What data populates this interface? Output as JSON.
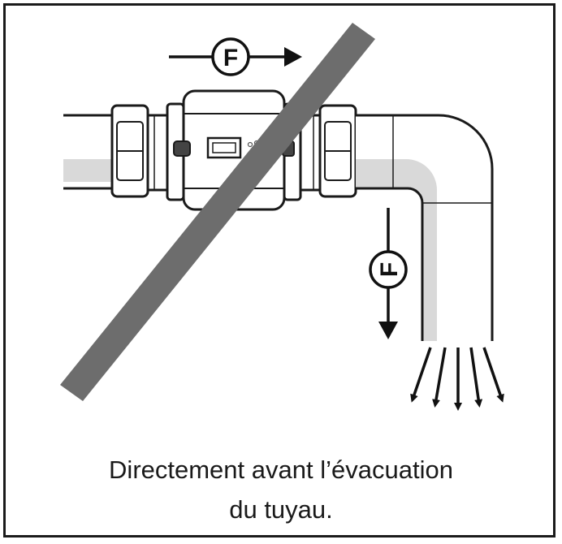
{
  "diagram": {
    "flow_label_top": "F",
    "flow_label_side": "F",
    "caption_line1": "Directement avant l’évacuation",
    "caption_line2": "du tuyau."
  },
  "colors": {
    "stroke": "#1a1a1a",
    "prohibit_bar": "#6d6d6d",
    "pipe_shade": "#d9d9d9"
  }
}
